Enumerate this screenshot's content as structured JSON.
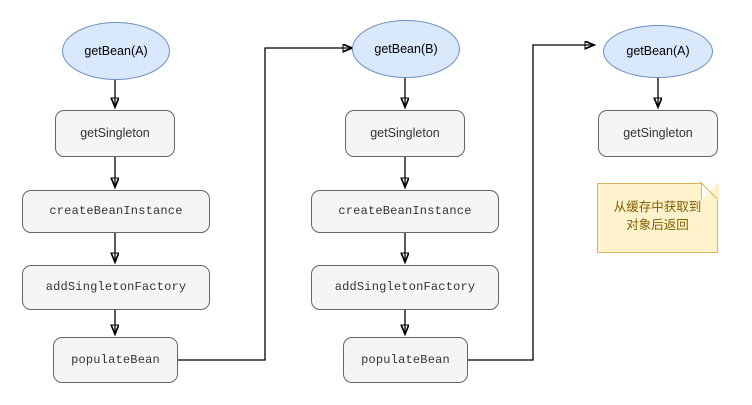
{
  "diagram": {
    "title_shown": false,
    "colors": {
      "ellipse_fill": "#dae8fc",
      "ellipse_stroke": "#6c8ebf",
      "process_fill": "#f5f5f5",
      "process_stroke": "#666666",
      "note_fill": "#fff2cc",
      "note_stroke": "#d6b656",
      "note_text": "#7f6000",
      "edge_stroke": "#000000"
    },
    "columns": [
      {
        "id": "column-a-first-call",
        "nodes": [
          {
            "id": "getbean-a-1",
            "label": "getBean(A)",
            "shape": "ellipse"
          },
          {
            "id": "getsingleton-a1",
            "label": "getSingleton",
            "shape": "process"
          },
          {
            "id": "createbeaninstance-a",
            "label": "createBeanInstance",
            "shape": "process-mono"
          },
          {
            "id": "addsingletonfactory-a",
            "label": "addSingletonFactory",
            "shape": "process-mono"
          },
          {
            "id": "populatebean-a",
            "label": "populateBean",
            "shape": "process-mono"
          }
        ]
      },
      {
        "id": "column-b",
        "nodes": [
          {
            "id": "getbean-b",
            "label": "getBean(B)",
            "shape": "ellipse"
          },
          {
            "id": "getsingleton-b",
            "label": "getSingleton",
            "shape": "process"
          },
          {
            "id": "createbeaninstance-b",
            "label": "createBeanInstance",
            "shape": "process-mono"
          },
          {
            "id": "addsingletonfactory-b",
            "label": "addSingletonFactory",
            "shape": "process-mono"
          },
          {
            "id": "populatebean-b",
            "label": "populateBean",
            "shape": "process-mono"
          }
        ]
      },
      {
        "id": "column-a-second-call",
        "nodes": [
          {
            "id": "getbean-a-2",
            "label": "getBean(A)",
            "shape": "ellipse"
          },
          {
            "id": "getsingleton-a2",
            "label": "getSingleton",
            "shape": "process"
          }
        ]
      }
    ],
    "note": {
      "id": "cache-note",
      "line1": "从缓存中获取到",
      "line2": "对象后返回"
    }
  }
}
